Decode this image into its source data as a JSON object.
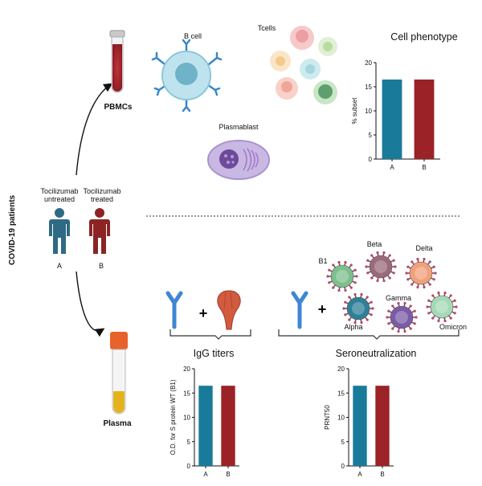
{
  "side_label": "COVID-19 patients",
  "patients": {
    "untreated_label_1": "Tocilizumab",
    "untreated_label_2": "untreated",
    "treated_label_1": "Tocilizumab",
    "treated_label_2": "treated",
    "letter_a": "A",
    "letter_b": "B"
  },
  "samples": {
    "pbmcs": "PBMCs",
    "plasma": "Plasma"
  },
  "cells": {
    "b_cell": "B cell",
    "t_cells": "Tcells",
    "plasmablast": "Plasmablast"
  },
  "assays": {
    "igg": "IgG titers",
    "seroneutralization": "Seroneutralization"
  },
  "variants": [
    "B1",
    "Beta",
    "Delta",
    "Alpha",
    "Gamma",
    "Omicron"
  ],
  "colors": {
    "group_a": "#1a7a99",
    "group_b": "#9b2227",
    "arrow": "#111111"
  },
  "chart_data": [
    {
      "type": "bar",
      "title": "Cell phenotype",
      "ylabel": "% subset",
      "categories": [
        "A",
        "B"
      ],
      "values": [
        16.5,
        16.5
      ],
      "ylim": [
        0,
        20
      ],
      "yticks": [
        0,
        5,
        10,
        15,
        20
      ]
    },
    {
      "type": "bar",
      "title": "",
      "ylabel": "O.D. for S protein WT (B1)",
      "categories": [
        "A",
        "B"
      ],
      "values": [
        16.5,
        16.5
      ],
      "ylim": [
        0,
        20
      ],
      "yticks": [
        0,
        5,
        10,
        15,
        20
      ]
    },
    {
      "type": "bar",
      "title": "",
      "ylabel": "PRNT50",
      "categories": [
        "A",
        "B"
      ],
      "values": [
        16.5,
        16.5
      ],
      "ylim": [
        0,
        20
      ],
      "yticks": [
        0,
        5,
        10,
        15,
        20
      ]
    }
  ]
}
